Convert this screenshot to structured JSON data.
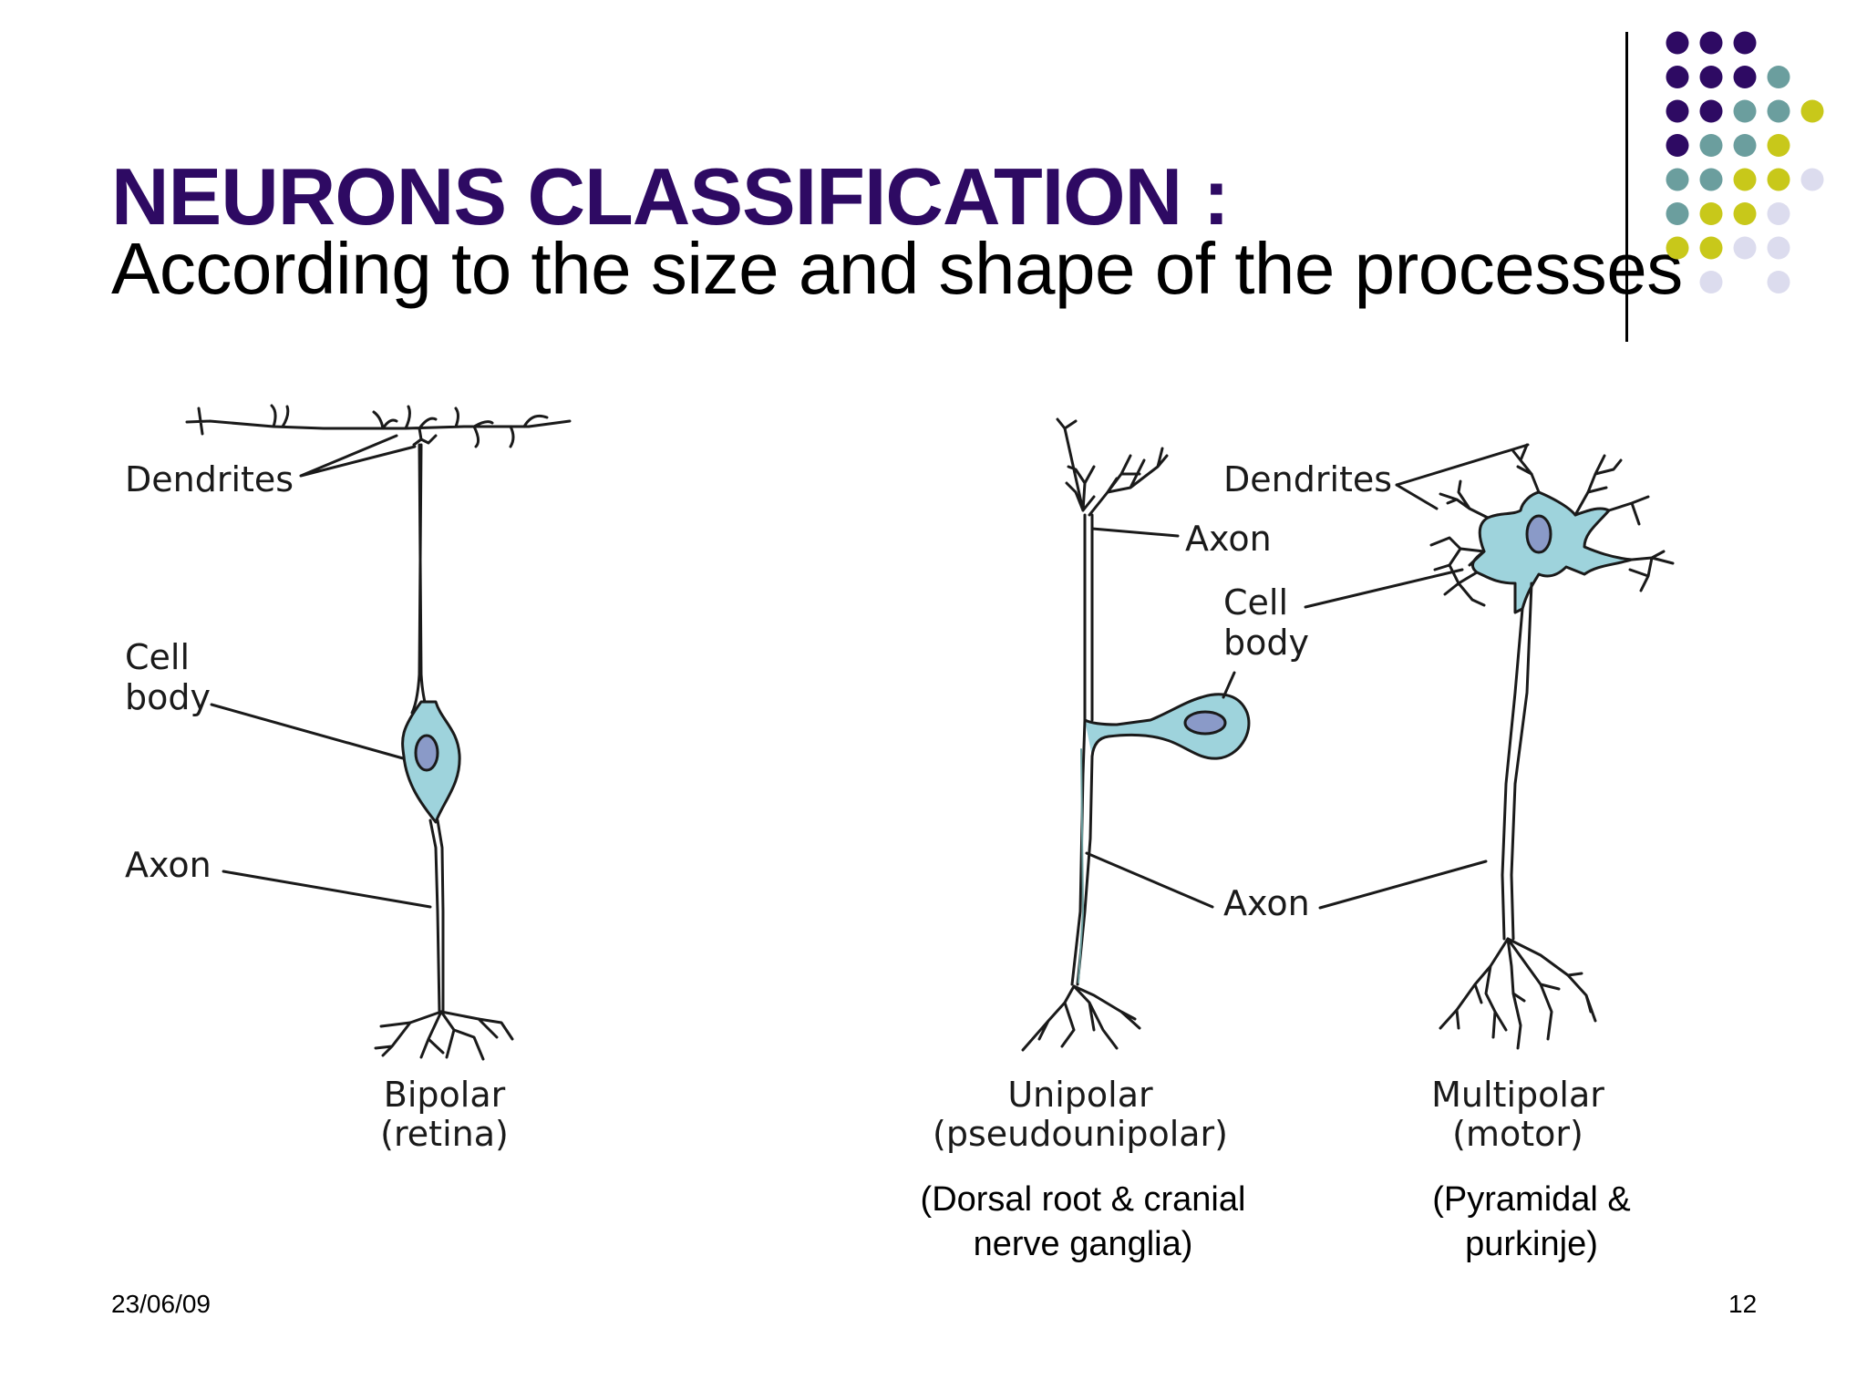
{
  "slide": {
    "title": "NEURONS CLASSIFICATION :",
    "subtitle": "According to the size and shape of the processes",
    "date": "23/06/09",
    "page_number": "12"
  },
  "colors": {
    "title": "#2e0a63",
    "dot_purple": "#2e0a63",
    "dot_teal": "#6b9e9e",
    "dot_yellow": "#c8c81a",
    "dot_lavender": "#dcdcee",
    "cell_fill": "#9ed3dc",
    "nucleus_fill": "#8a9ac8"
  },
  "bipolar": {
    "dendrites": "Dendrites",
    "cell_body": "Cell\nbody",
    "axon": "Axon",
    "caption": "Bipolar\n(retina)"
  },
  "unipolar": {
    "axon_upper": "Axon",
    "cell_body": "Cell\nbody",
    "caption": "Unipolar\n(pseudounipolar)",
    "note": "(Dorsal root & cranial\nnerve ganglia)"
  },
  "multipolar": {
    "dendrites": "Dendrites",
    "caption": "Multipolar\n(motor)",
    "note": "(Pyramidal &\npurkinje)"
  },
  "shared": {
    "axon_lower": "Axon"
  }
}
